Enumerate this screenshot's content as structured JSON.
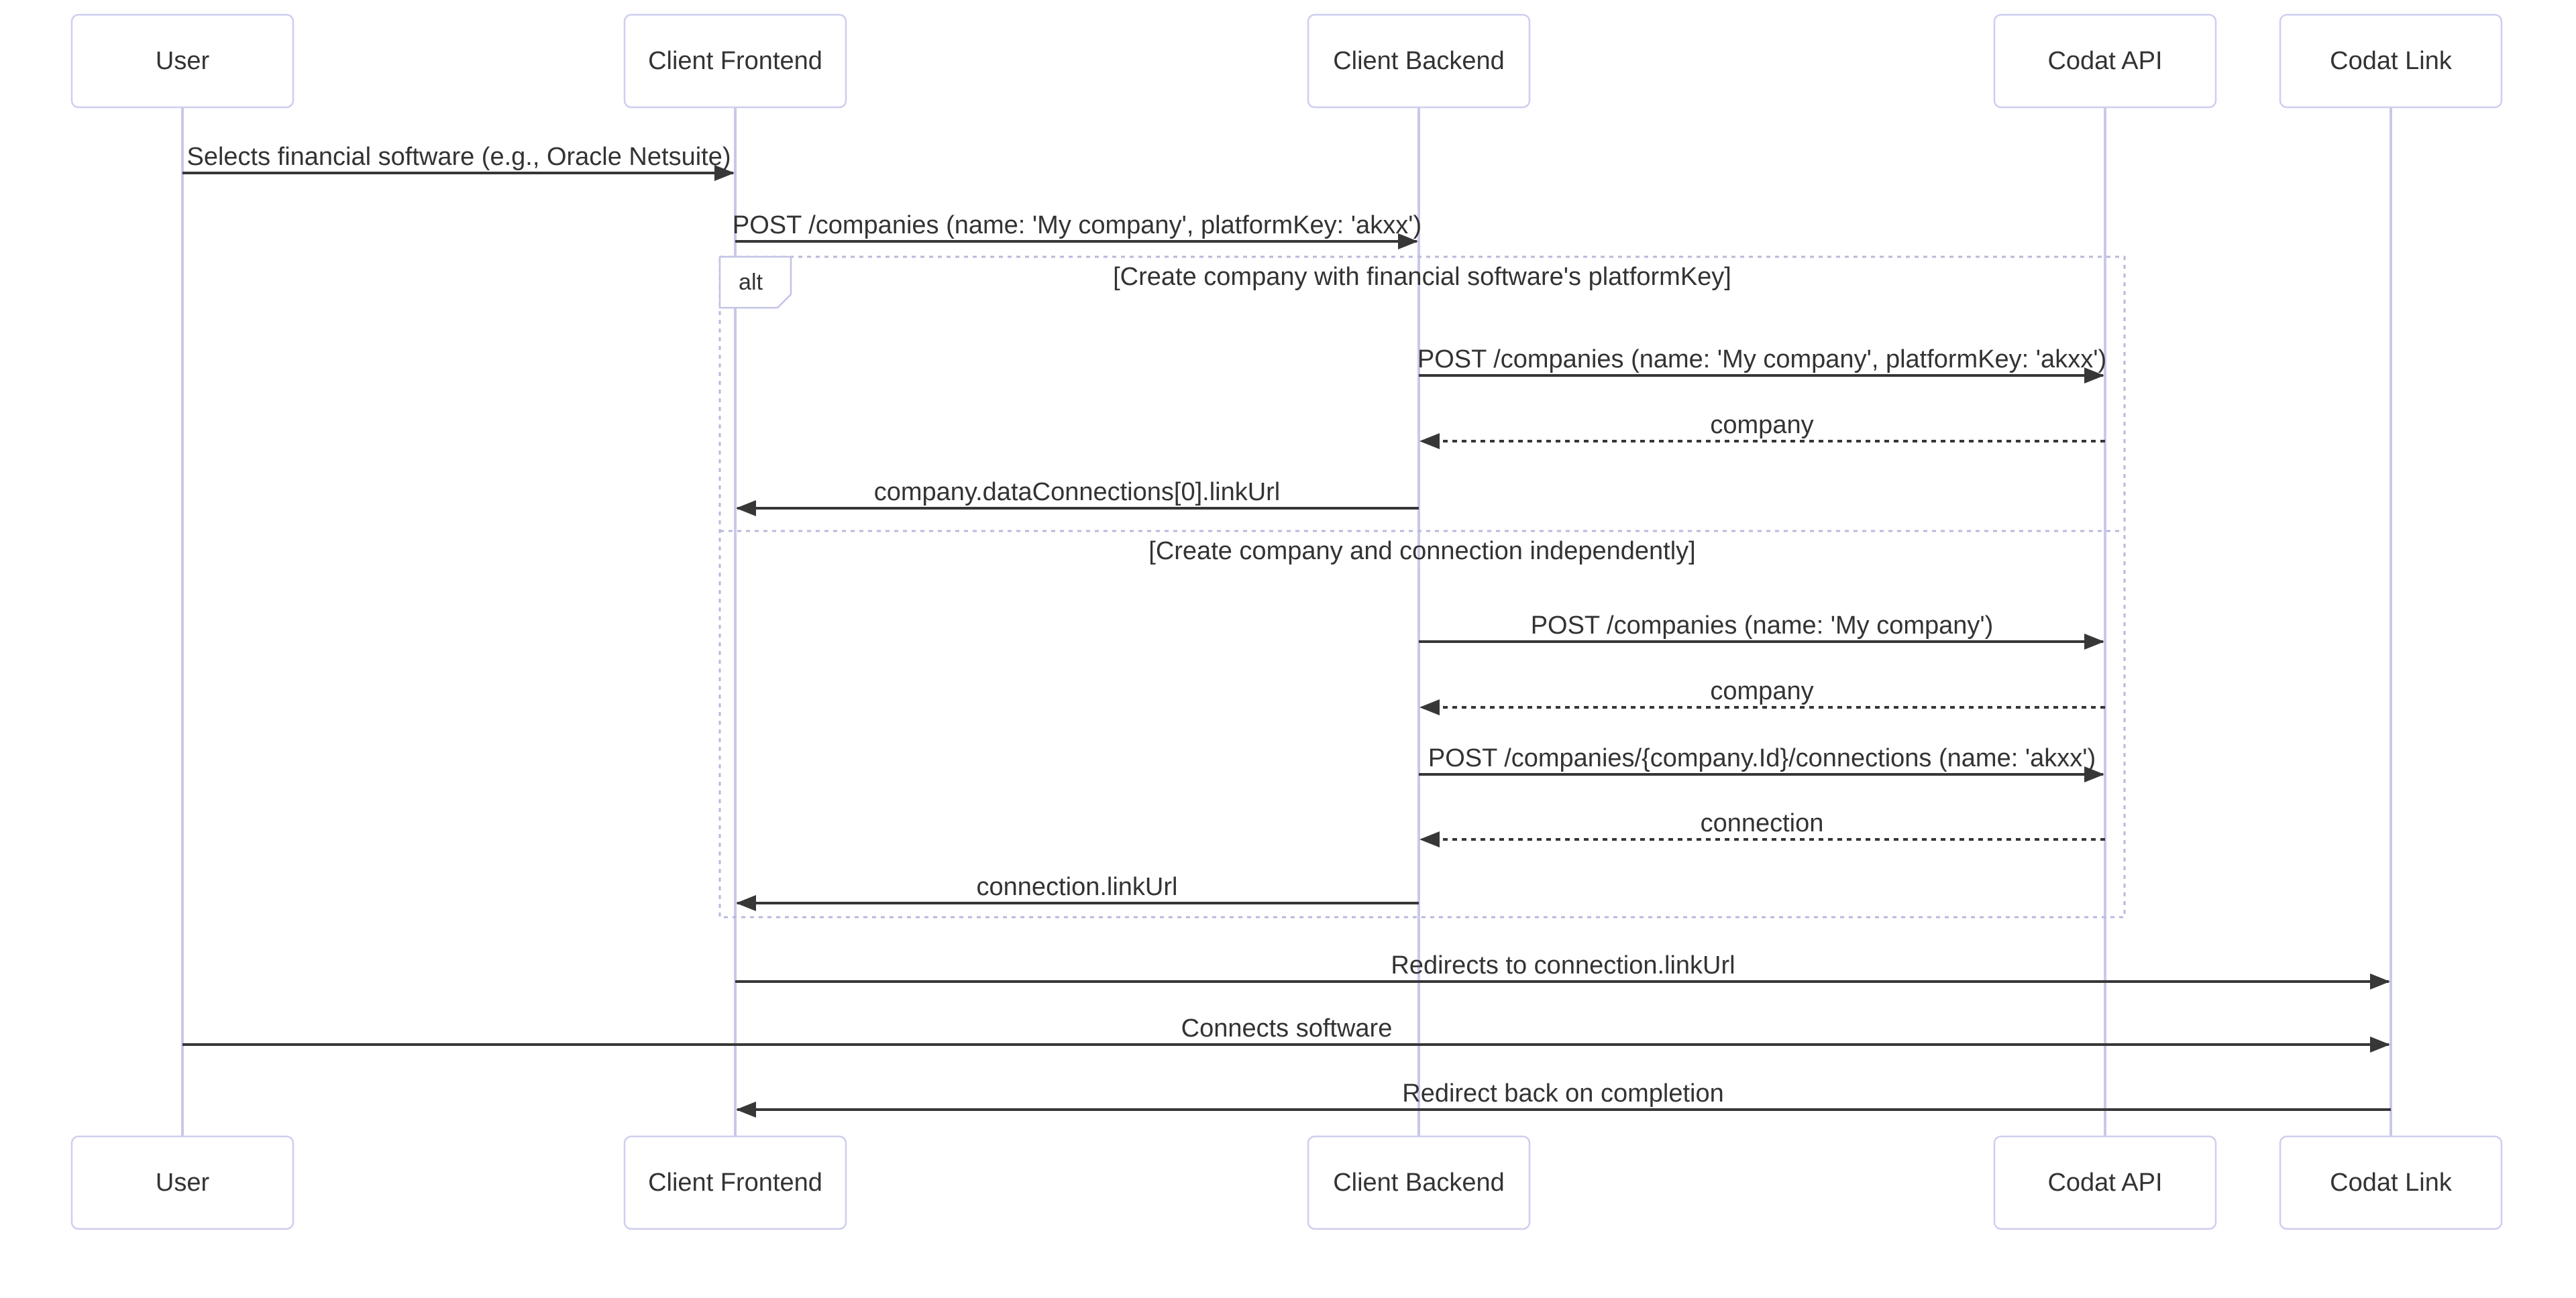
{
  "diagram": {
    "type": "sequence-diagram",
    "participants": [
      {
        "id": "user",
        "label": "User"
      },
      {
        "id": "client-frontend",
        "label": "Client Frontend"
      },
      {
        "id": "client-backend",
        "label": "Client Backend"
      },
      {
        "id": "codat-api",
        "label": "Codat API"
      },
      {
        "id": "codat-link",
        "label": "Codat Link"
      }
    ],
    "messages": [
      {
        "from": "user",
        "to": "client-frontend",
        "line": "solid",
        "label": "Selects financial software (e.g., Oracle Netsuite)"
      },
      {
        "from": "client-frontend",
        "to": "client-backend",
        "line": "solid",
        "label": "POST /companies (name: 'My company', platformKey: 'akxx')"
      },
      {
        "from": "client-backend",
        "to": "codat-api",
        "line": "solid",
        "label": "POST /companies (name: 'My company', platformKey: 'akxx')"
      },
      {
        "from": "codat-api",
        "to": "client-backend",
        "line": "dashed",
        "label": "company"
      },
      {
        "from": "client-backend",
        "to": "client-frontend",
        "line": "solid",
        "label": "company.dataConnections[0].linkUrl"
      },
      {
        "from": "client-backend",
        "to": "codat-api",
        "line": "solid",
        "label": "POST /companies (name: 'My company')"
      },
      {
        "from": "codat-api",
        "to": "client-backend",
        "line": "dashed",
        "label": "company"
      },
      {
        "from": "client-backend",
        "to": "codat-api",
        "line": "solid",
        "label": "POST /companies/{company.Id}/connections (name: 'akxx')"
      },
      {
        "from": "codat-api",
        "to": "client-backend",
        "line": "dashed",
        "label": "connection"
      },
      {
        "from": "client-backend",
        "to": "client-frontend",
        "line": "solid",
        "label": "connection.linkUrl"
      },
      {
        "from": "client-frontend",
        "to": "codat-link",
        "line": "solid",
        "label": "Redirects to connection.linkUrl"
      },
      {
        "from": "user",
        "to": "codat-link",
        "line": "solid",
        "label": "Connects software"
      },
      {
        "from": "codat-link",
        "to": "client-frontend",
        "line": "solid",
        "label": "Redirect back on completion"
      }
    ],
    "alt": {
      "label": "alt",
      "conditions": [
        "[Create company with financial software's platformKey]",
        "[Create company and connection independently]"
      ]
    },
    "colors": {
      "background": "#ffffff",
      "lifeline": "#c8c8e9",
      "actor_border": "#cecef0",
      "actor_fill": "#ffffff",
      "frame_border": "#b8b8dd",
      "alt_label_border": "#c3c3e6",
      "arrow": "#373737",
      "text": "#333333"
    }
  }
}
